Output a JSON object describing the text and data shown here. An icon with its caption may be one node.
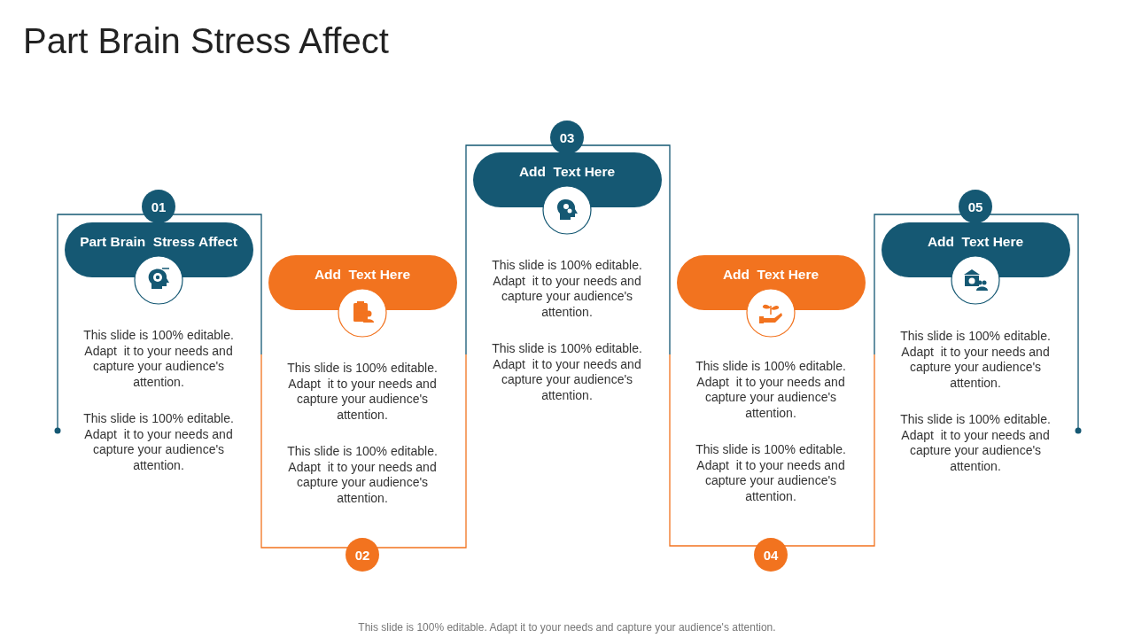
{
  "diagram": {
    "title": "Part Brain Stress Affect",
    "caption": "This slide is 100% editable. Adapt it to your needs and capture your audience's attention.",
    "nodes": [
      {
        "text": [
          "01"
        ]
      },
      {
        "text": [
          "Part Brain  Stress Affect"
        ]
      },
      {
        "text": [
          "02"
        ]
      },
      {
        "text": [
          "Add  Text Here"
        ]
      },
      {
        "text": [
          "03"
        ]
      },
      {
        "text": [
          "Add  Text Here"
        ]
      },
      {
        "text": [
          "04"
        ]
      },
      {
        "text": [
          "Add  Text Here"
        ]
      },
      {
        "text": [
          "05"
        ]
      },
      {
        "text": [
          "Add  Text Here"
        ]
      }
    ],
    "labels": [
      "This slide is 100% editable. Adapt  it to your needs and capture your audience's attention.",
      "This slide is 100% editable. Adapt  it to your needs and capture your audience's attention.",
      "This slide is 100% editable. Adapt  it to your needs and capture your audience's attention.",
      "This slide is 100% editable. Adapt  it to your needs and capture your audience's attention.",
      "This slide is 100% editable. Adapt  it to your needs and capture your audience's attention.",
      "This slide is 100% editable. Adapt  it to your needs and capture your audience's attention.",
      "This slide is 100% editable. Adapt  it to your needs and capture your audience's attention.",
      "This slide is 100% editable. Adapt  it to your needs and capture your audience's attention.",
      "This slide is 100% editable. Adapt  it to your needs and capture your audience's attention.",
      "This slide is 100% editable. Adapt  it to your needs and capture your audience's attention."
    ]
  }
}
